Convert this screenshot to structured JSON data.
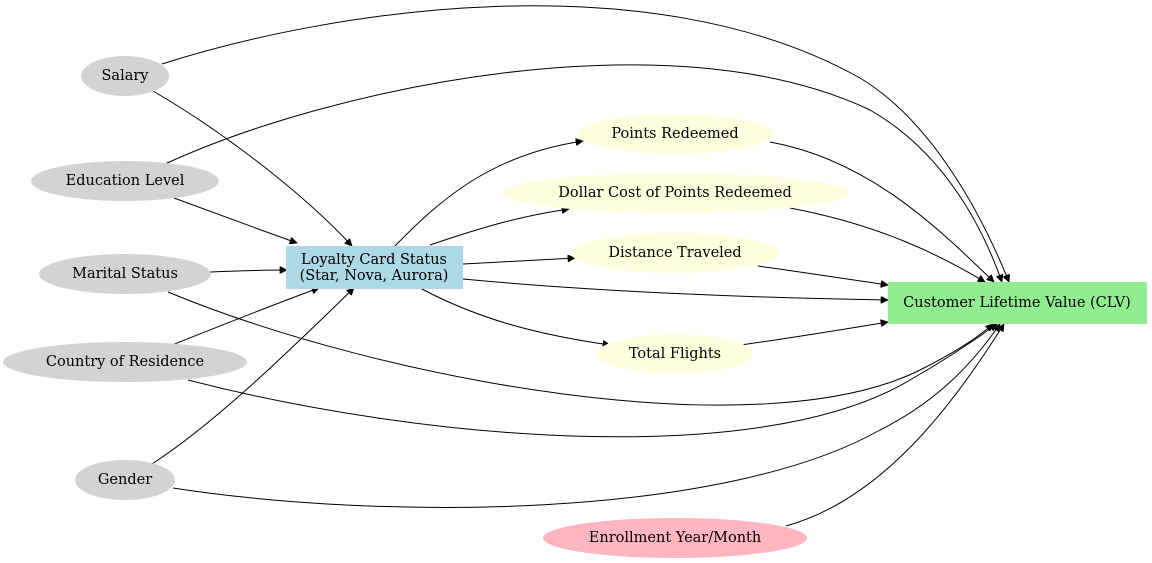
{
  "colors": {
    "demographic": "#d3d3d3",
    "loyalty": "#add8e6",
    "activity": "#ffffe0",
    "enrollment": "#ffb6c1",
    "clv": "#90ee90",
    "edge": "#000000"
  },
  "nodes": {
    "salary": {
      "label": "Salary"
    },
    "education": {
      "label": "Education Level"
    },
    "marital": {
      "label": "Marital Status"
    },
    "country": {
      "label": "Country of Residence"
    },
    "gender": {
      "label": "Gender"
    },
    "loyalty": {
      "label_line1": "Loyalty Card Status",
      "label_line2": "(Star, Nova, Aurora)"
    },
    "points_redeemed": {
      "label": "Points Redeemed"
    },
    "dollar_cost": {
      "label": "Dollar Cost of Points Redeemed"
    },
    "distance": {
      "label": "Distance Traveled"
    },
    "flights": {
      "label": "Total Flights"
    },
    "enrollment": {
      "label": "Enrollment Year/Month"
    },
    "clv": {
      "label": "Customer Lifetime Value (CLV)"
    }
  },
  "edges": [
    {
      "from": "salary",
      "to": "loyalty"
    },
    {
      "from": "education",
      "to": "loyalty"
    },
    {
      "from": "marital",
      "to": "loyalty"
    },
    {
      "from": "country",
      "to": "loyalty"
    },
    {
      "from": "gender",
      "to": "loyalty"
    },
    {
      "from": "salary",
      "to": "clv"
    },
    {
      "from": "education",
      "to": "clv"
    },
    {
      "from": "marital",
      "to": "clv"
    },
    {
      "from": "country",
      "to": "clv"
    },
    {
      "from": "gender",
      "to": "clv"
    },
    {
      "from": "loyalty",
      "to": "points_redeemed"
    },
    {
      "from": "loyalty",
      "to": "dollar_cost"
    },
    {
      "from": "loyalty",
      "to": "distance"
    },
    {
      "from": "loyalty",
      "to": "flights"
    },
    {
      "from": "loyalty",
      "to": "clv"
    },
    {
      "from": "points_redeemed",
      "to": "clv"
    },
    {
      "from": "dollar_cost",
      "to": "clv"
    },
    {
      "from": "distance",
      "to": "clv"
    },
    {
      "from": "flights",
      "to": "clv"
    },
    {
      "from": "enrollment",
      "to": "clv"
    }
  ]
}
